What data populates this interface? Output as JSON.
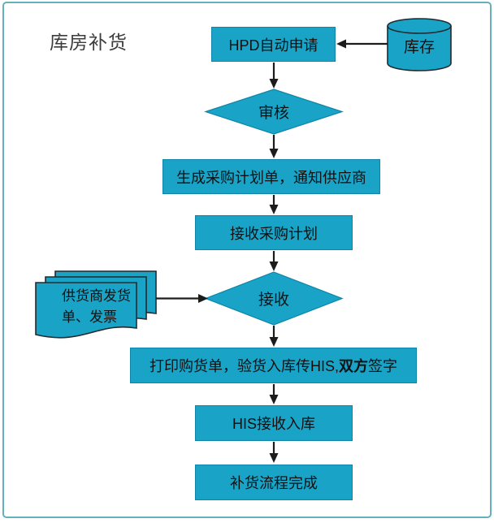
{
  "title": "库房补货",
  "colors": {
    "shape_fill": "#18A3C7",
    "shape_stroke": "#0E85A8",
    "dark_outline": "#1F2A2E",
    "arrow": "#1C1C1C",
    "text": "#111111",
    "frame": "#66AFBE",
    "background": "#FFFFFF"
  },
  "nodes": {
    "hpd_request": {
      "type": "process",
      "label": "HPD自动申请"
    },
    "inventory": {
      "type": "database",
      "label": "库存"
    },
    "review": {
      "type": "decision",
      "label": "审核"
    },
    "generate_plan": {
      "type": "process",
      "label": "生成采购计划单，通知供应商"
    },
    "receive_plan": {
      "type": "process",
      "label": "接收采购计划"
    },
    "receive_check": {
      "type": "decision",
      "label": "接收"
    },
    "supplier_docs": {
      "type": "documents",
      "line1": "供货商发货",
      "line2": "单、发票"
    },
    "print_sign": {
      "type": "process",
      "text_normal": "打印购货单，验货入库传HIS, ",
      "text_bold": "双方",
      "text_tail": "签字"
    },
    "his_inbound": {
      "type": "process",
      "label": "HIS接收入库"
    },
    "complete": {
      "type": "process",
      "label": "补货流程完成"
    }
  },
  "edges": [
    {
      "from": "inventory",
      "to": "hpd_request"
    },
    {
      "from": "hpd_request",
      "to": "review"
    },
    {
      "from": "review",
      "to": "generate_plan"
    },
    {
      "from": "generate_plan",
      "to": "receive_plan"
    },
    {
      "from": "receive_plan",
      "to": "receive_check"
    },
    {
      "from": "supplier_docs",
      "to": "receive_check"
    },
    {
      "from": "receive_check",
      "to": "print_sign"
    },
    {
      "from": "print_sign",
      "to": "his_inbound"
    },
    {
      "from": "his_inbound",
      "to": "complete"
    }
  ]
}
